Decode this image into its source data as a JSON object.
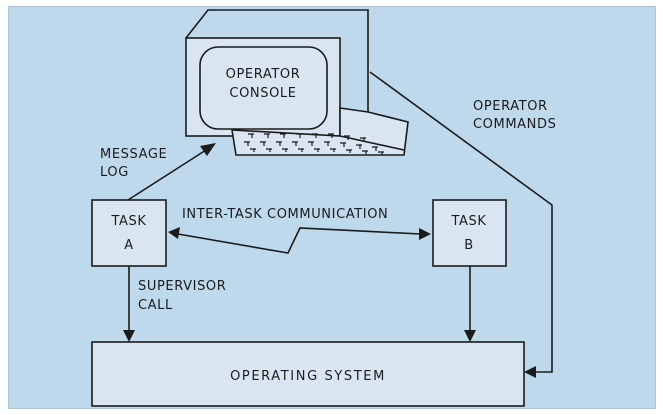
{
  "console": {
    "line1": "OPERATOR",
    "line2": "CONSOLE"
  },
  "labels": {
    "message_log_1": "MESSAGE",
    "message_log_2": "LOG",
    "operator_commands_1": "OPERATOR",
    "operator_commands_2": "COMMANDS",
    "inter_task": "INTER-TASK COMMUNICATION",
    "supervisor_1": "SUPERVISOR",
    "supervisor_2": "CALL"
  },
  "task_a": {
    "line1": "TASK",
    "line2": "A"
  },
  "task_b": {
    "line1": "TASK",
    "line2": "B"
  },
  "os": {
    "label": "OPERATING SYSTEM"
  },
  "colors": {
    "background": "#bfd9ec",
    "box_fill": "#d9e6f2",
    "ink": "#1b1b1b"
  }
}
